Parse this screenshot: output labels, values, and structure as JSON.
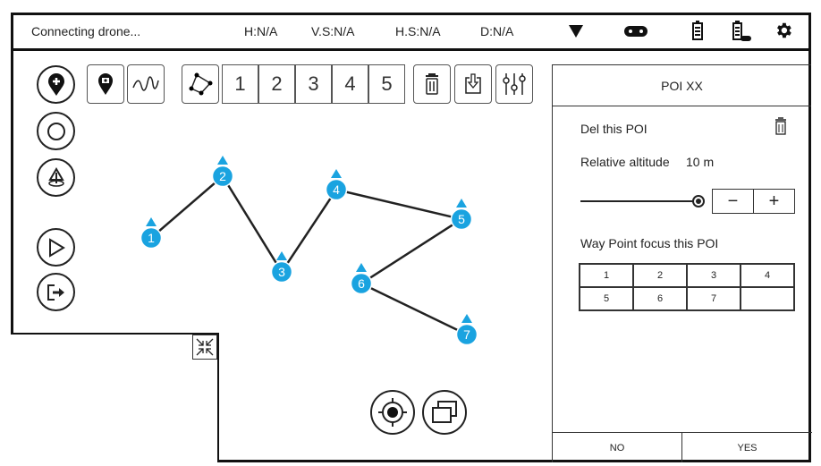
{
  "status": {
    "connection": "Connecting drone...",
    "h": "H:N/A",
    "vs": "V.S:N/A",
    "hs": "H.S:N/A",
    "d": "D:N/A"
  },
  "toolbar": {
    "numbers": [
      "1",
      "2",
      "3",
      "4",
      "5"
    ]
  },
  "waypoints": [
    "1",
    "2",
    "3",
    "4",
    "5",
    "6",
    "7"
  ],
  "colors": {
    "waypoint": "#1aa3e0"
  },
  "panel": {
    "title": "POI  XX",
    "del_label": "Del this POI",
    "altitude_label": "Relative altitude",
    "altitude_value": "10 m",
    "altitude_slider": 1.0,
    "minus": "−",
    "plus": "+",
    "focus_label": "Way Point focus this POI",
    "focus_cells": [
      "1",
      "2",
      "3",
      "4",
      "5",
      "6",
      "7",
      ""
    ],
    "no": "NO",
    "yes": "YES"
  }
}
